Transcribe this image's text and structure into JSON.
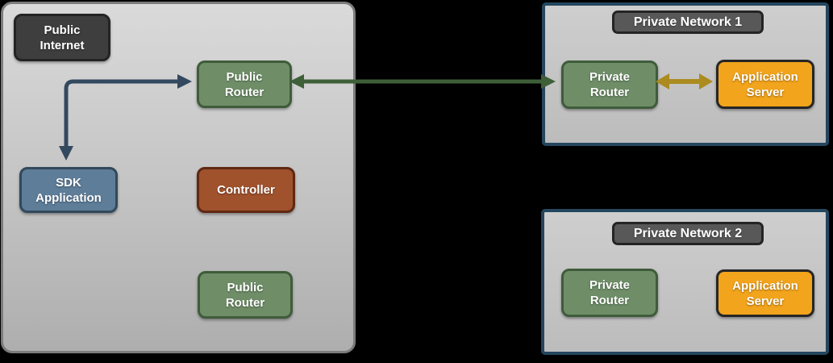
{
  "diagram": {
    "public_internet": {
      "label": "Public\nInternet",
      "public_router_top": "Public\nRouter",
      "sdk_application": "SDK\nApplication",
      "controller": "Controller",
      "public_router_bottom": "Public\nRouter"
    },
    "private_network_1": {
      "title": "Private Network 1",
      "private_router": "Private\nRouter",
      "application_server": "Application\nServer"
    },
    "private_network_2": {
      "title": "Private Network 2",
      "private_router": "Private\nRouter",
      "application_server": "Application\nServer"
    },
    "connections": [
      {
        "from": "Public Router (top)",
        "to": "SDK Application",
        "style": "double-headed bent arrow",
        "color": "#33495f"
      },
      {
        "from": "Public Router (top)",
        "to": "Private Router (Private Network 1)",
        "style": "double-headed arrow",
        "color": "#3e5f38"
      },
      {
        "from": "Private Router (Private Network 1)",
        "to": "Application Server (Private Network 1)",
        "style": "double-headed arrow",
        "color": "#ac8b1f"
      }
    ],
    "colors": {
      "page_background": "#000000",
      "public_panel_fill_top": "#dadada",
      "public_panel_fill_bottom": "#aeaeae",
      "public_panel_border": "#7c7c7c",
      "private_panel_border": "#24465e",
      "router_green_fill": "#6f8e68",
      "router_green_border": "#3f5c3a",
      "sdk_blue_fill": "#5e7d99",
      "sdk_blue_border": "#32495c",
      "controller_brown_fill": "#a0522d",
      "controller_brown_border": "#5f2812",
      "app_server_orange_fill": "#f2a41c",
      "app_server_orange_border": "#262626",
      "dark_label_fill": "#3e3e3e",
      "net_title_fill": "#585858",
      "arrow_blue": "#33495f",
      "arrow_green": "#3e5f38",
      "arrow_gold": "#ac8b1f"
    }
  }
}
